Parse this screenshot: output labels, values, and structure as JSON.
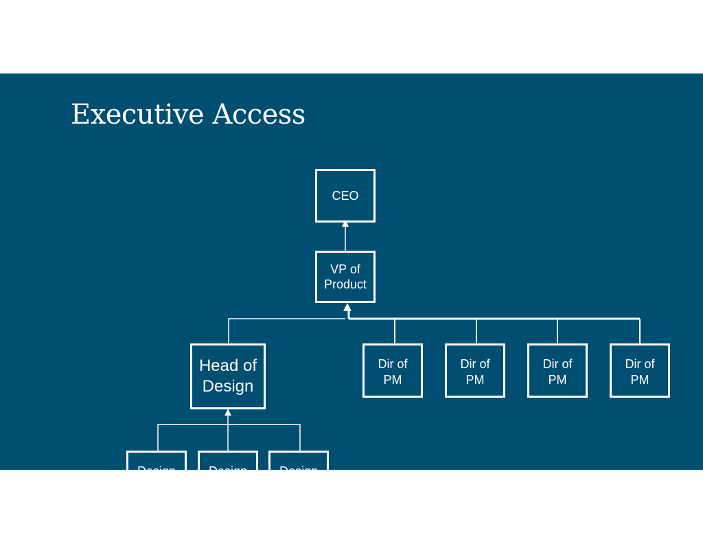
{
  "colors": {
    "page_background": "#ffffff",
    "slide_background": "#004e71",
    "line": "#ffffff",
    "text": "#ffffff"
  },
  "slide": {
    "title": "Executive Access"
  },
  "org_chart": {
    "ceo": "CEO",
    "vp": "VP of\nProduct",
    "head_of_design": "Head of\nDesign",
    "directors": [
      "Dir of\nPM",
      "Dir of\nPM",
      "Dir of\nPM",
      "Dir of\nPM"
    ],
    "designers": [
      "Design",
      "Design",
      "Design"
    ]
  }
}
